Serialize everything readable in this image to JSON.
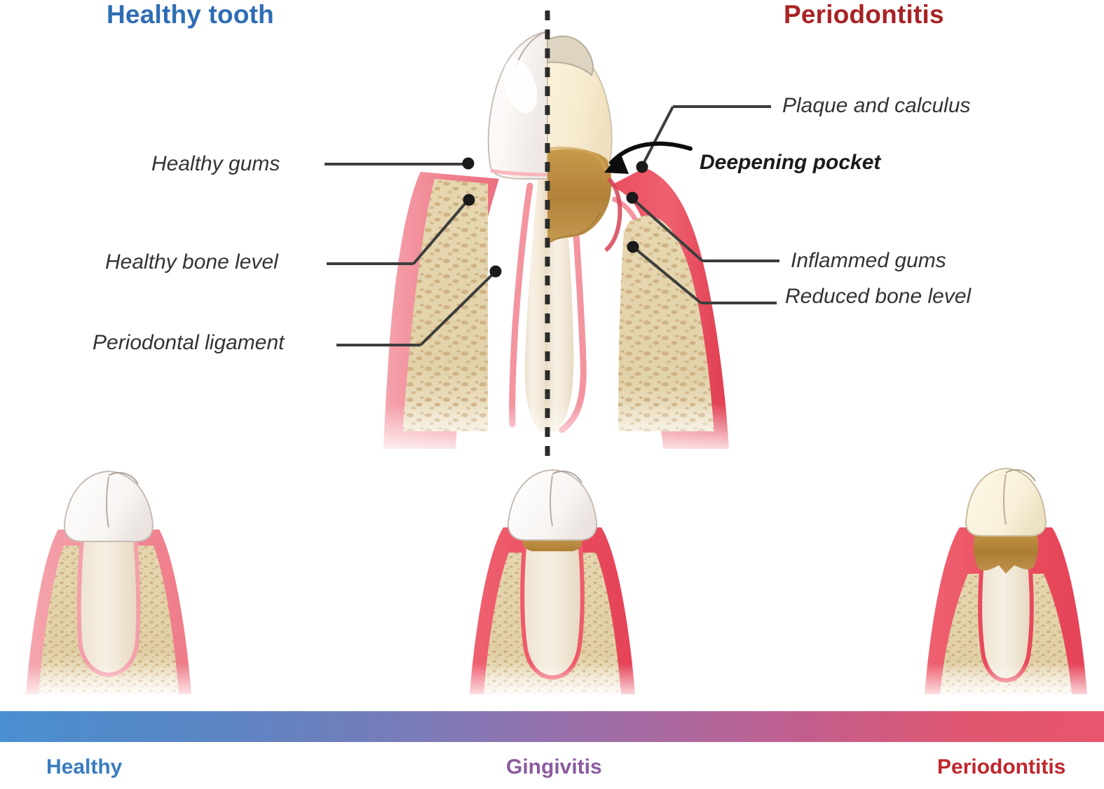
{
  "headings": {
    "left": "Healthy tooth",
    "right": "Periodontitis",
    "left_color": "#2e6db4",
    "right_color": "#a82225"
  },
  "callouts": {
    "healthy_gums": "Healthy gums",
    "healthy_bone_level": "Healthy bone level",
    "periodontal_ligament": "Periodontal ligament",
    "plaque_and_calculus": "Plaque and calculus",
    "deepening_pocket": "Deepening pocket",
    "inflammed_gums": "Inflammed gums",
    "reduced_bone_level": "Reduced bone level"
  },
  "progression": {
    "bar_gradient_start": "#4a8fd0",
    "bar_gradient_mid": "#9a70ab",
    "bar_gradient_end": "#e8566e",
    "stages": [
      {
        "label": "Healthy",
        "color": "#3a7cc0"
      },
      {
        "label": "Gingivitis",
        "color": "#8b5a9e"
      },
      {
        "label": "Periodontitis",
        "color": "#c0272d"
      }
    ]
  },
  "palette": {
    "enamel_healthy": "#fdfcfa",
    "enamel_diseased": "#f7eed6",
    "dentin_root": "#f2e6d2",
    "gum_healthy": "#f08b96",
    "gum_inflamed": "#e8505f",
    "bone": "#e3d4ae",
    "bone_speckle": "#c9a878",
    "plaque": "#b8863c",
    "ligament": "#f3a0ab",
    "leader_line": "#3d3d3d",
    "divider_dash": "#2b2b2b"
  },
  "divider": {
    "name": "midline-dashed-divider",
    "style": "dashed-vertical"
  }
}
